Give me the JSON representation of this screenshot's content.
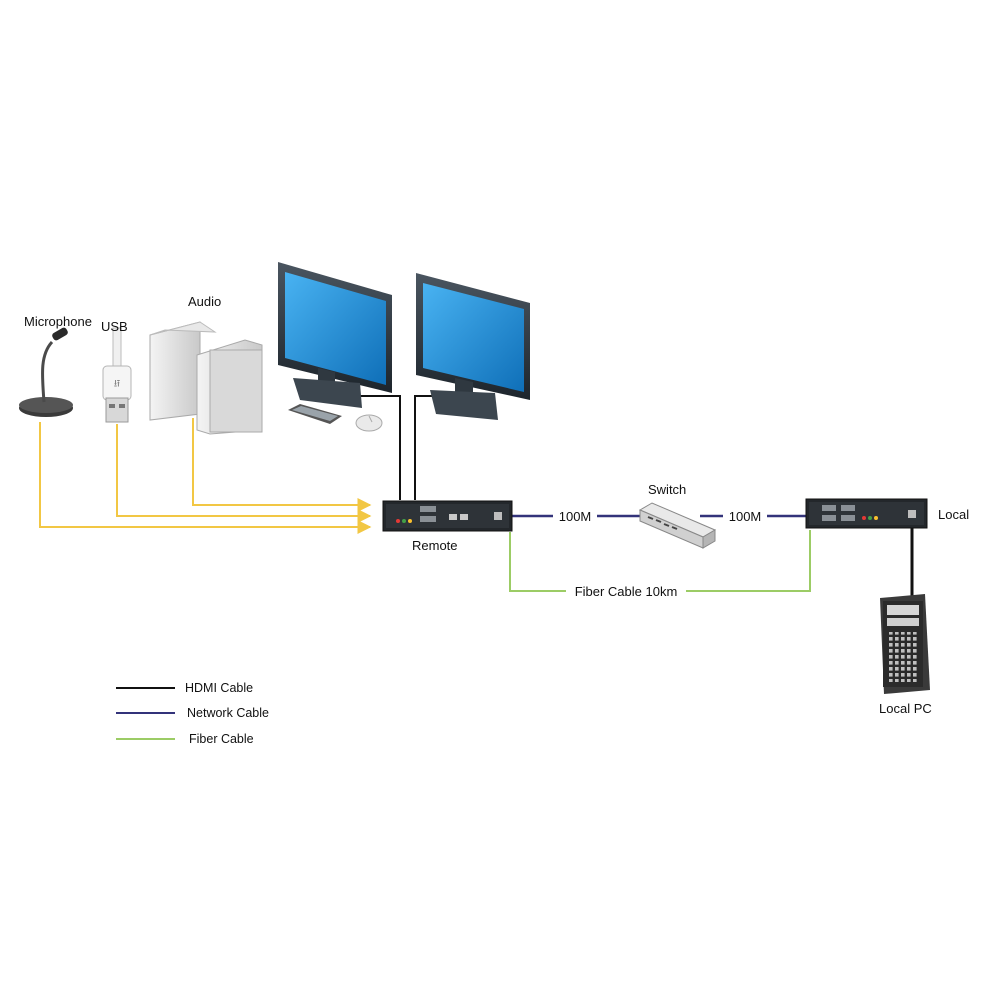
{
  "devices": {
    "microphone": "Microphone",
    "usb": "USB",
    "audio": "Audio",
    "remote": "Remote",
    "switch": "Switch",
    "local": "Local",
    "local_pc": "Local PC"
  },
  "links": {
    "remote_to_switch": "100M",
    "switch_to_local": "100M",
    "fiber": "Fiber Cable 10km"
  },
  "legend": {
    "items": [
      {
        "label": "HDMI Cable",
        "color": "#111111"
      },
      {
        "label": "Network Cable",
        "color": "#33337a"
      },
      {
        "label": "Fiber Cable",
        "color": "#9ccc65"
      }
    ]
  },
  "colors": {
    "audio_usb_cable": "#f2c744",
    "hdmi_cable": "#111111",
    "network_cable": "#33337a",
    "fiber_cable": "#9ccc65",
    "monitor_screen": "#1f8fd6"
  }
}
